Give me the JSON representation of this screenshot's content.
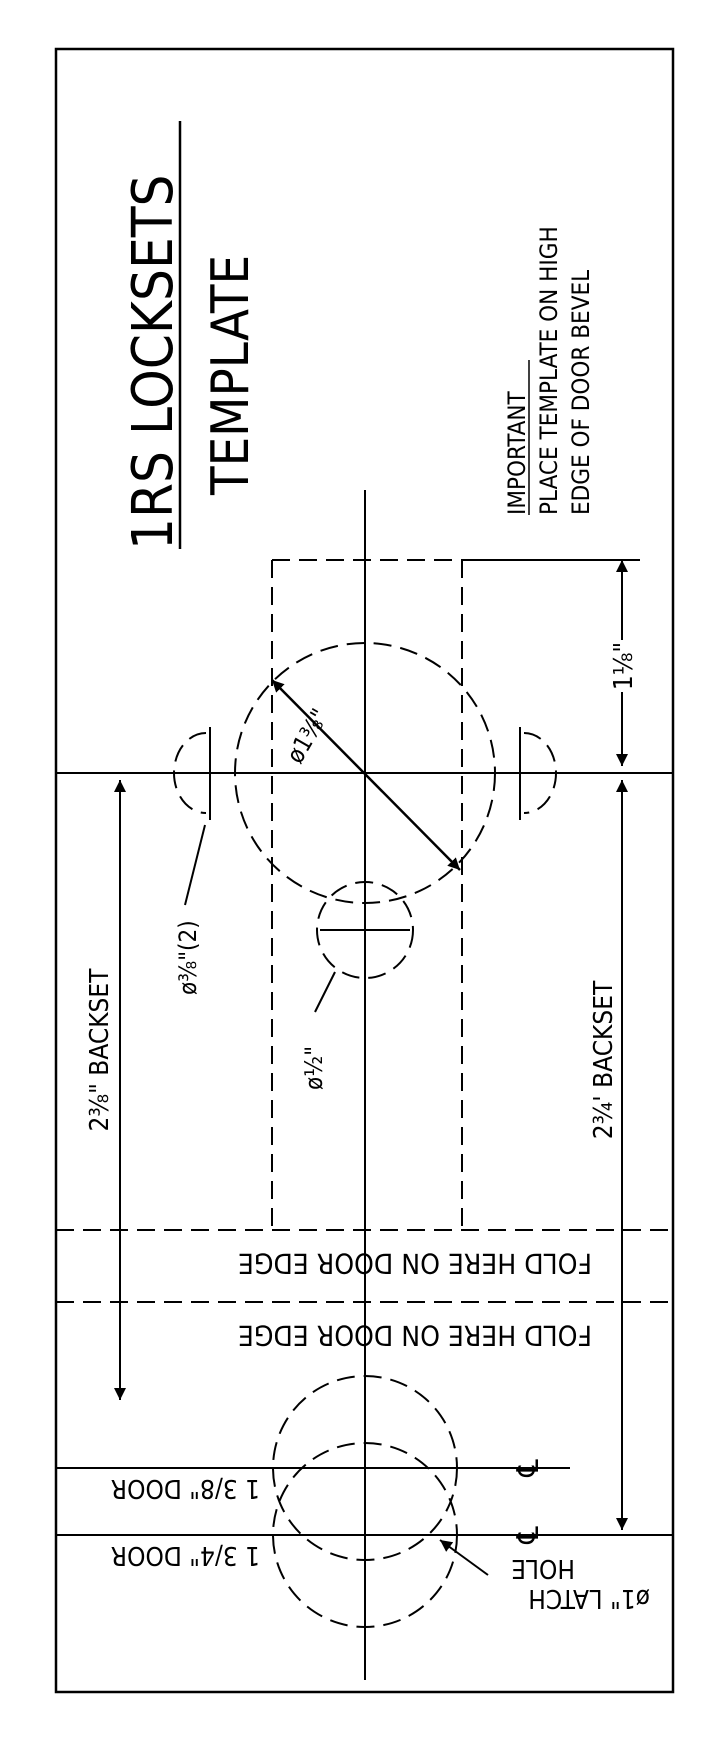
{
  "title": "1RS LOCKSETS",
  "subtitle": "TEMPLATE",
  "notice": {
    "heading": "IMPORTANT",
    "line1": "PLACE TEMPLATE ON HIGH",
    "line2": "EDGE OF DOOR BEVEL"
  },
  "dimensions": {
    "backset_top": "2⅜\" BACKSET",
    "backset_bottom": "2¾' BACKSET",
    "width_1_1_8": "1⅛\"",
    "main_bore": "ø1⅜\"",
    "small_holes": "ø⅜\"(2)",
    "half_hole": "ø½\""
  },
  "fold_labels": [
    "FOLD HERE ON DOOR EDGE",
    "FOLD HERE ON DOOR EDGE"
  ],
  "door_labels": {
    "door_1_3_8": "1 3/8\" DOOR",
    "door_1_3_4": "1 3/4\" DOOR"
  },
  "centerline_symbol": "℄",
  "latch": {
    "line1": "ø1\" LATCH",
    "line2": "HOLE"
  },
  "colors": {
    "ink": "#000000",
    "paper": "#ffffff"
  }
}
